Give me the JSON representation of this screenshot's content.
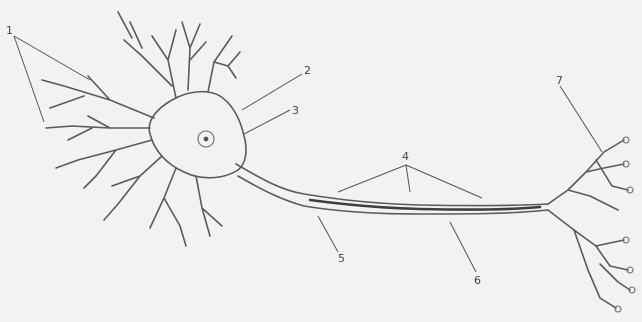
{
  "labels": {
    "l1": "1",
    "l2": "2",
    "l3": "3",
    "l4": "4",
    "l5": "5",
    "l6": "6",
    "l7": "7"
  },
  "colors": {
    "background": "#f2f2f2",
    "ink": "#5a5a5a"
  }
}
